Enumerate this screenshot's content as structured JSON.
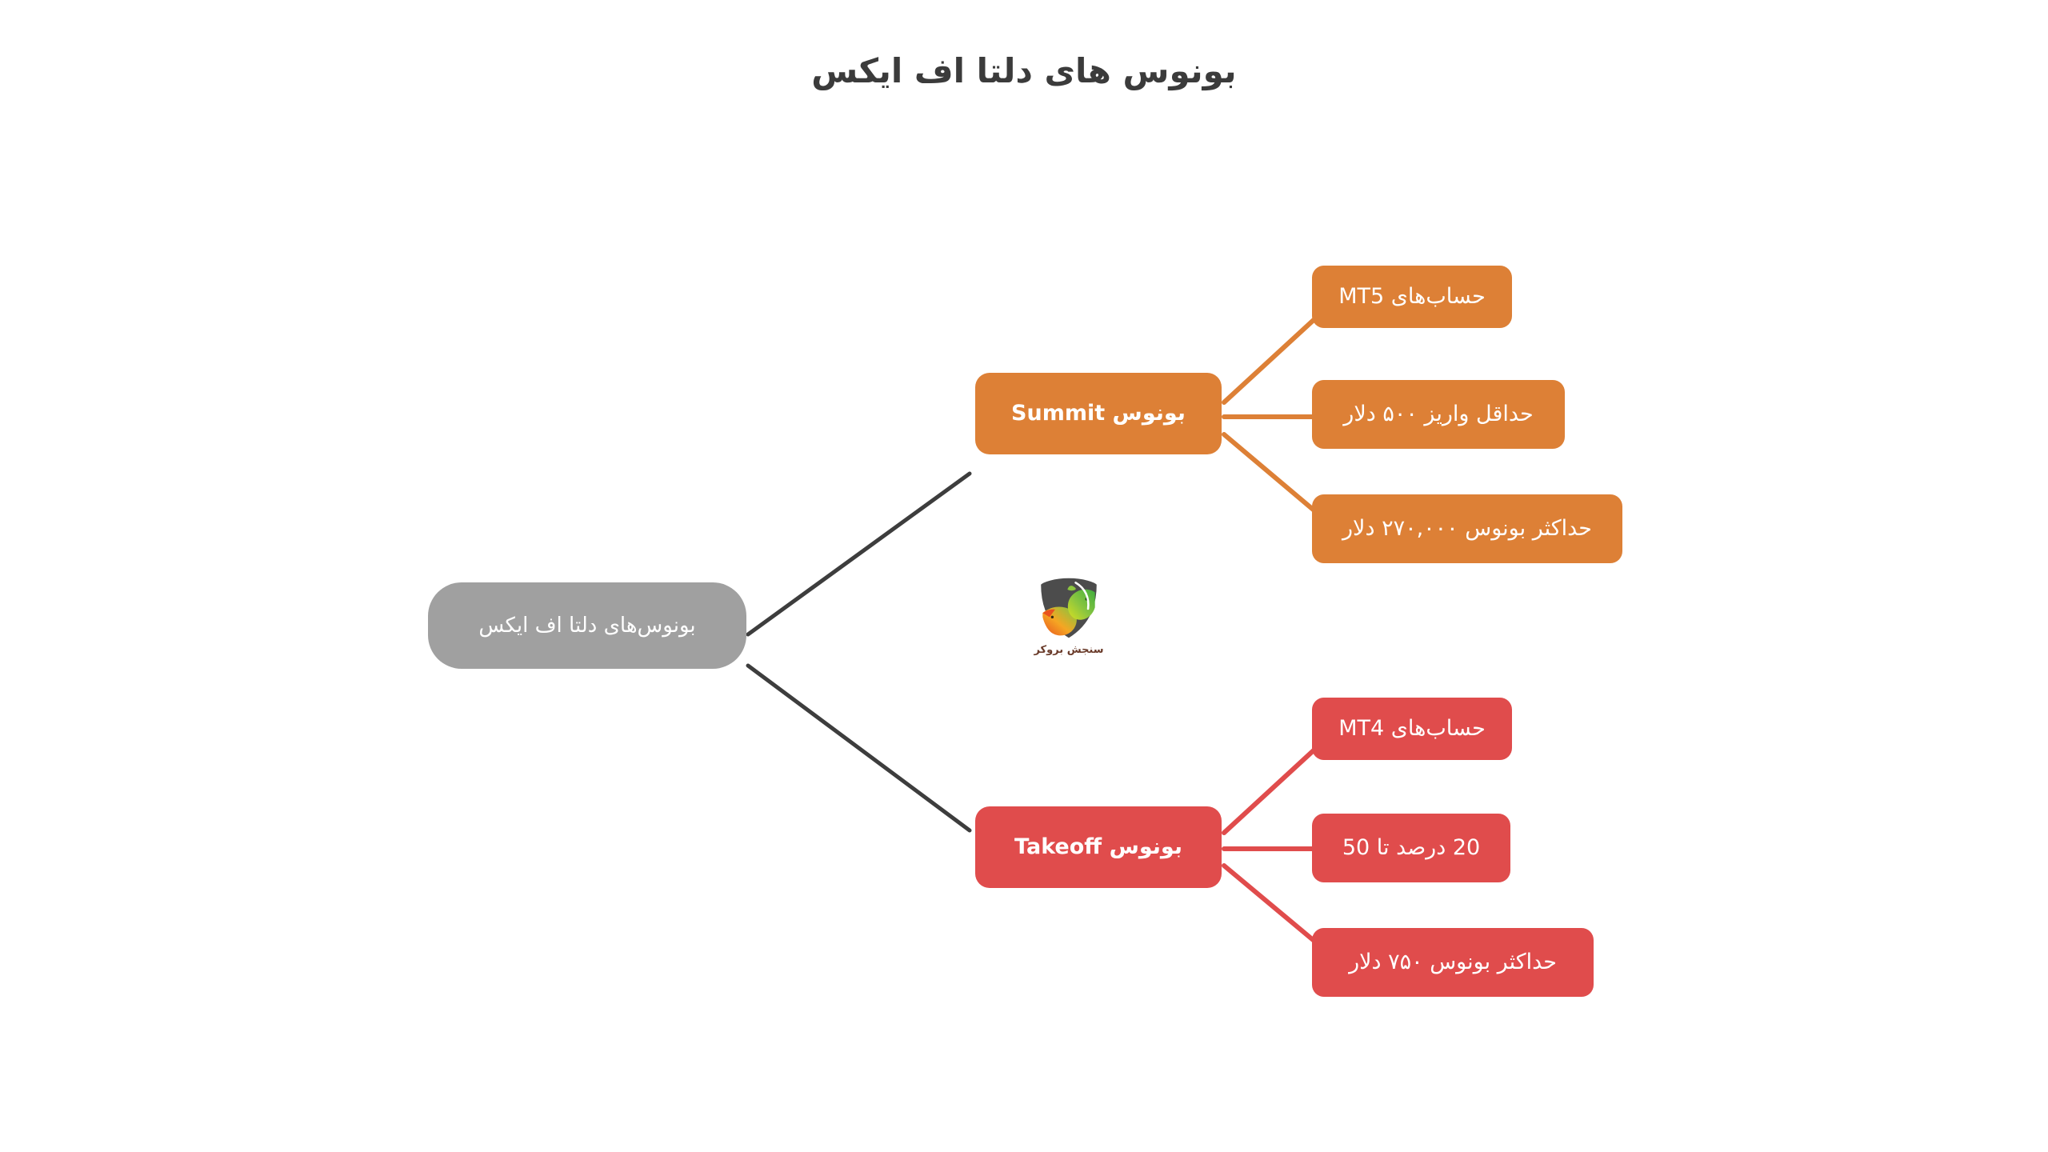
{
  "page": {
    "title": "بونوس های دلتا اف ایکس",
    "background_color": "#ffffff",
    "title_color": "#3b3b3b"
  },
  "colors": {
    "root": "#a0a0a0",
    "summit": "#dd8036",
    "takeoff": "#e04c4c",
    "trunk_connector": "#3d3d3d",
    "node_text": "#ffffff"
  },
  "diagram": {
    "type": "mind-map",
    "root": {
      "label": "بونوس‌های دلتا اف ایکس",
      "color": "#a0a0a0"
    },
    "branches": [
      {
        "id": "summit",
        "label": "بونوس Summit",
        "color": "#dd8036",
        "leaves": [
          {
            "label": "حساب‌های MT5"
          },
          {
            "label": "حداقل واریز ۵۰۰ دلار"
          },
          {
            "label": "حداکثر بونوس ۲۷۰,۰۰۰ دلار"
          }
        ]
      },
      {
        "id": "takeoff",
        "label": "بونوس Takeoff",
        "color": "#e04c4c",
        "leaves": [
          {
            "label": "حساب‌های MT4"
          },
          {
            "label": "20 درصد تا 50"
          },
          {
            "label": "حداکثر بونوس ۷۵۰ دلار"
          }
        ]
      }
    ]
  },
  "logo": {
    "name": "sanjesh-broker-logo",
    "caption": "سنجش بروکر",
    "alt": "bull-and-bear-shield-icon"
  }
}
